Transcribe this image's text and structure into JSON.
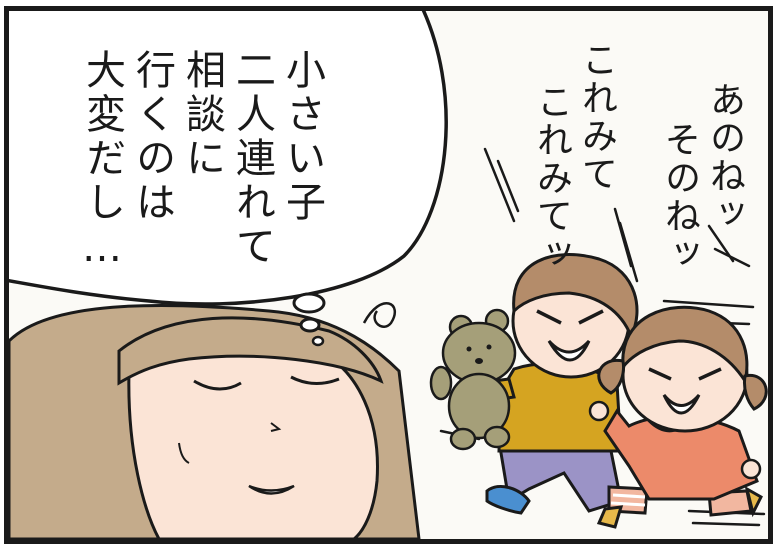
{
  "thought_bubble": {
    "lines": [
      "小さい子",
      "二人連れて",
      "相談に",
      "行くのは",
      "大変だし…"
    ]
  },
  "sfx": {
    "sono_ne": [
      "あのねッ",
      "そのねッ"
    ],
    "kore_mite": [
      "これみて",
      "これみてッ"
    ]
  },
  "colors": {
    "hair_mother": "#c4ab8b",
    "hair_child": "#b48c6a",
    "skin": "#fbe4d6",
    "boy_shirt": "#d5a421",
    "boy_pants": "#9b93c6",
    "shoe_blue": "#4a8fd0",
    "girl_dress": "#ec8a6a",
    "stripe": "#f2b7a0",
    "bear": "#a59f79",
    "outline": "#1a1a1a"
  }
}
